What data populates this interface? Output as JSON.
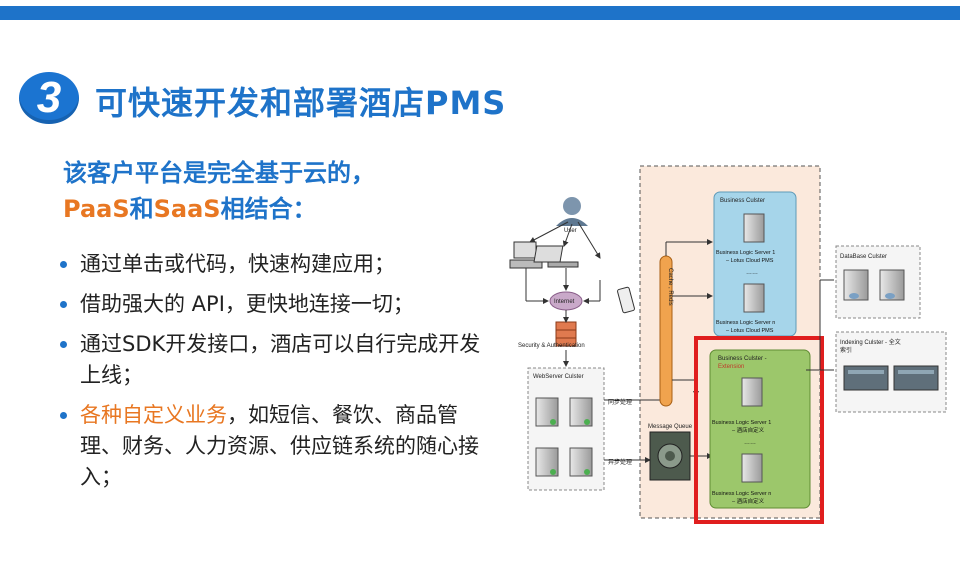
{
  "header": {
    "step_number": "3",
    "title": "可快速开发和部署酒店PMS"
  },
  "subtitle": {
    "line1": "该客户平台是完全基于云的，",
    "paas": "PaaS",
    "and": "和",
    "saas": "SaaS",
    "suffix": "相结合："
  },
  "bullets": [
    {
      "text": "通过单击或代码，快速构建应用；"
    },
    {
      "text": "借助强大的 API，更快地连接一切；"
    },
    {
      "text": "通过SDK开发接口，酒店可以自行完成开发上线；"
    },
    {
      "highlight": "各种自定义业务",
      "text": "，如短信、餐饮、商品管理、财务、人力资源、供应链系统的随心接入；"
    }
  ],
  "diagram": {
    "user": "User",
    "internet": "Internet",
    "security": "Security & Authentication",
    "webserver": "WebServer Culster",
    "sync": "同步处理",
    "async": "异步处理",
    "cache": "Cache , Redis",
    "mq": "Message Queue",
    "business": "Business Culster",
    "bls1": "Business Logic Server 1",
    "bls1_sub": "– Lotus Cloud PMS",
    "dots": "……",
    "blsn": "Business Logic Server n",
    "blsn_sub": "– Lotus Cloud PMS",
    "ext_title": "Business Culster -",
    "ext_sub": "Extension",
    "ext1": "Business Logic Server 1",
    "ext1_sub": "– 酒店自定义",
    "extn": "Business Logic Server n",
    "extn_sub": "– 酒店自定义",
    "db": "DataBase Culster",
    "idx1": "Indexing Culster - 全文",
    "idx2": "索引"
  }
}
